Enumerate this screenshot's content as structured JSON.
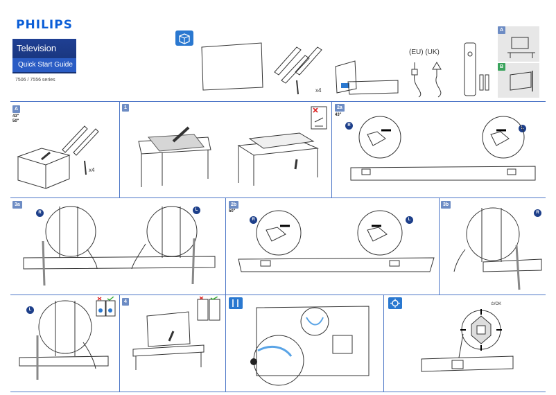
{
  "brand": {
    "logo": "PHILIPS",
    "product": "Television",
    "guide": "Quick Start Guide",
    "series": "7506 / 7556 series"
  },
  "box_contents": {
    "screw_count": "x4",
    "plug_label": "(EU) (UK)"
  },
  "options": {
    "a": "A",
    "b": "B"
  },
  "step_a": {
    "badge": "A",
    "sizes_line1": "43\"",
    "sizes_line2": "50\"",
    "screw_count": "x4"
  },
  "step_1": {
    "badge": "1"
  },
  "step_2a": {
    "badge": "2a",
    "sizes": "43\"",
    "right": "R",
    "left": "L"
  },
  "step_3a": {
    "badge": "3a",
    "right": "R",
    "left": "L"
  },
  "step_2b": {
    "badge": "2b",
    "sizes": "50\"",
    "right": "R",
    "left": "L"
  },
  "step_3b": {
    "badge": "3b",
    "right": "R"
  },
  "step_3b_cont": {
    "left": "L"
  },
  "step_4": {
    "badge": "4"
  },
  "power_label": "⏻/OK",
  "colors": {
    "brand_blue": "#0b5ed7",
    "band": "#1f3f93",
    "badge": "#6d8cc4",
    "divider": "#4a74c6",
    "circle": "#1d3f8a"
  }
}
